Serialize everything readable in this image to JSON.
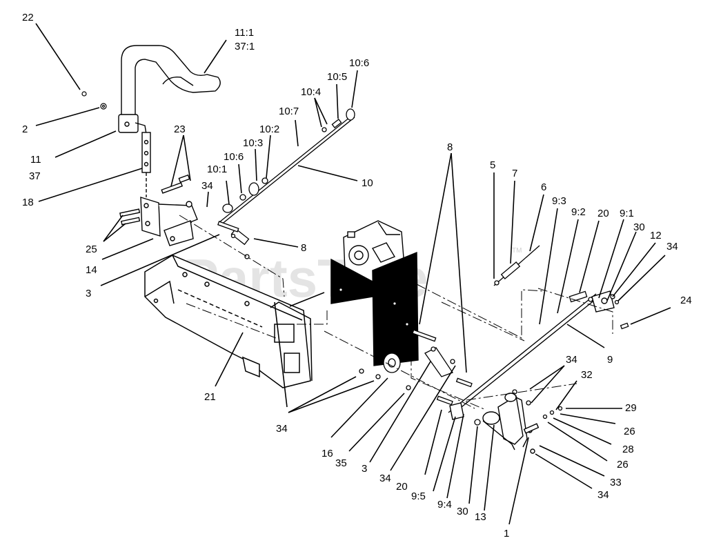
{
  "watermark": "PartsTree",
  "watermark_tm": "TM",
  "colors": {
    "ink": "#000000",
    "paper": "#ffffff",
    "watermark": "#cfcfcf"
  },
  "callouts": [
    "22",
    "11:1",
    "37:1",
    "2",
    "11",
    "37",
    "23",
    "18",
    "34",
    "25",
    "14",
    "3",
    "10:6",
    "10:5",
    "10:4",
    "10:7",
    "10:2",
    "10:3",
    "10:6",
    "10:1",
    "10",
    "8",
    "8",
    "5",
    "7",
    "6",
    "9:3",
    "9:2",
    "20",
    "9:1",
    "30",
    "12",
    "34",
    "24",
    "9",
    "21",
    "34",
    "32",
    "29",
    "26",
    "28",
    "26",
    "33",
    "34",
    "34",
    "16",
    "35",
    "3",
    "34",
    "20",
    "9:5",
    "9:4",
    "30",
    "13",
    "1"
  ]
}
